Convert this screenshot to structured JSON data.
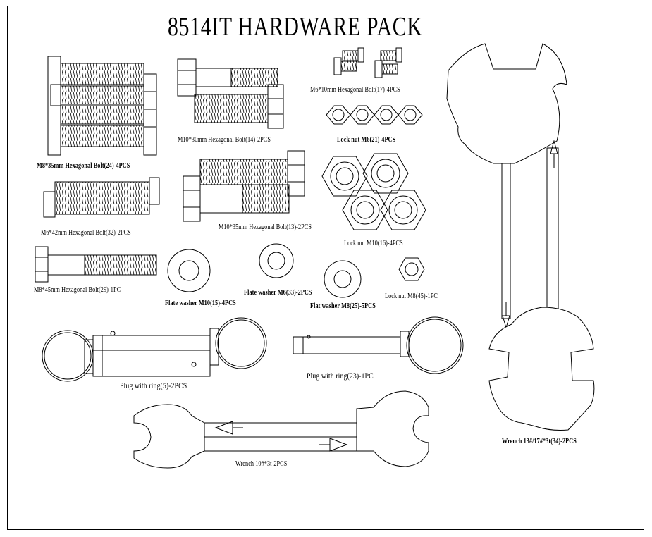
{
  "title": "8514IT HARDWARE PACK",
  "parts": {
    "m8_35_bolt": "M8*35mm Hexagonal Bolt(24)-4PCS",
    "m10_30_bolt": "M10*30mm  Hexagonal Bolt(14)-2PCS",
    "m6_10_bolt": "M6*10mm Hexagonal Bolt(17)-4PCS",
    "lock_nut_m6": "Lock nut M6(21)-4PCS",
    "m6_42_bolt": "M6*42mm  Hexagonal Bolt(32)-2PCS",
    "m10_35_bolt": "M10*35mm  Hexagonal Bolt(13)-2PCS",
    "lock_nut_m10": "Lock nut M10(16)-4PCS",
    "m8_45_bolt": "M8*45mm  Hexagonal Bolt(29)-1PC",
    "flat_washer_m10": "Flate washer M10(15)-4PCS",
    "flat_washer_m6": "Flate washer M6(33)-2PCS",
    "flat_washer_m8": "Flat washer M8(25)-5PCS",
    "lock_nut_m8": "Lock nut M8(45)-1PC",
    "plug_ring_5": "Plug with ring(5)-2PCS",
    "plug_ring_23": "Plug with ring(23)-1PC",
    "wrench_10": "Wrench 10#*3t-2PCS",
    "wrench_13_17": "Wrench 13#/17#*3t(34)-2PCS"
  }
}
